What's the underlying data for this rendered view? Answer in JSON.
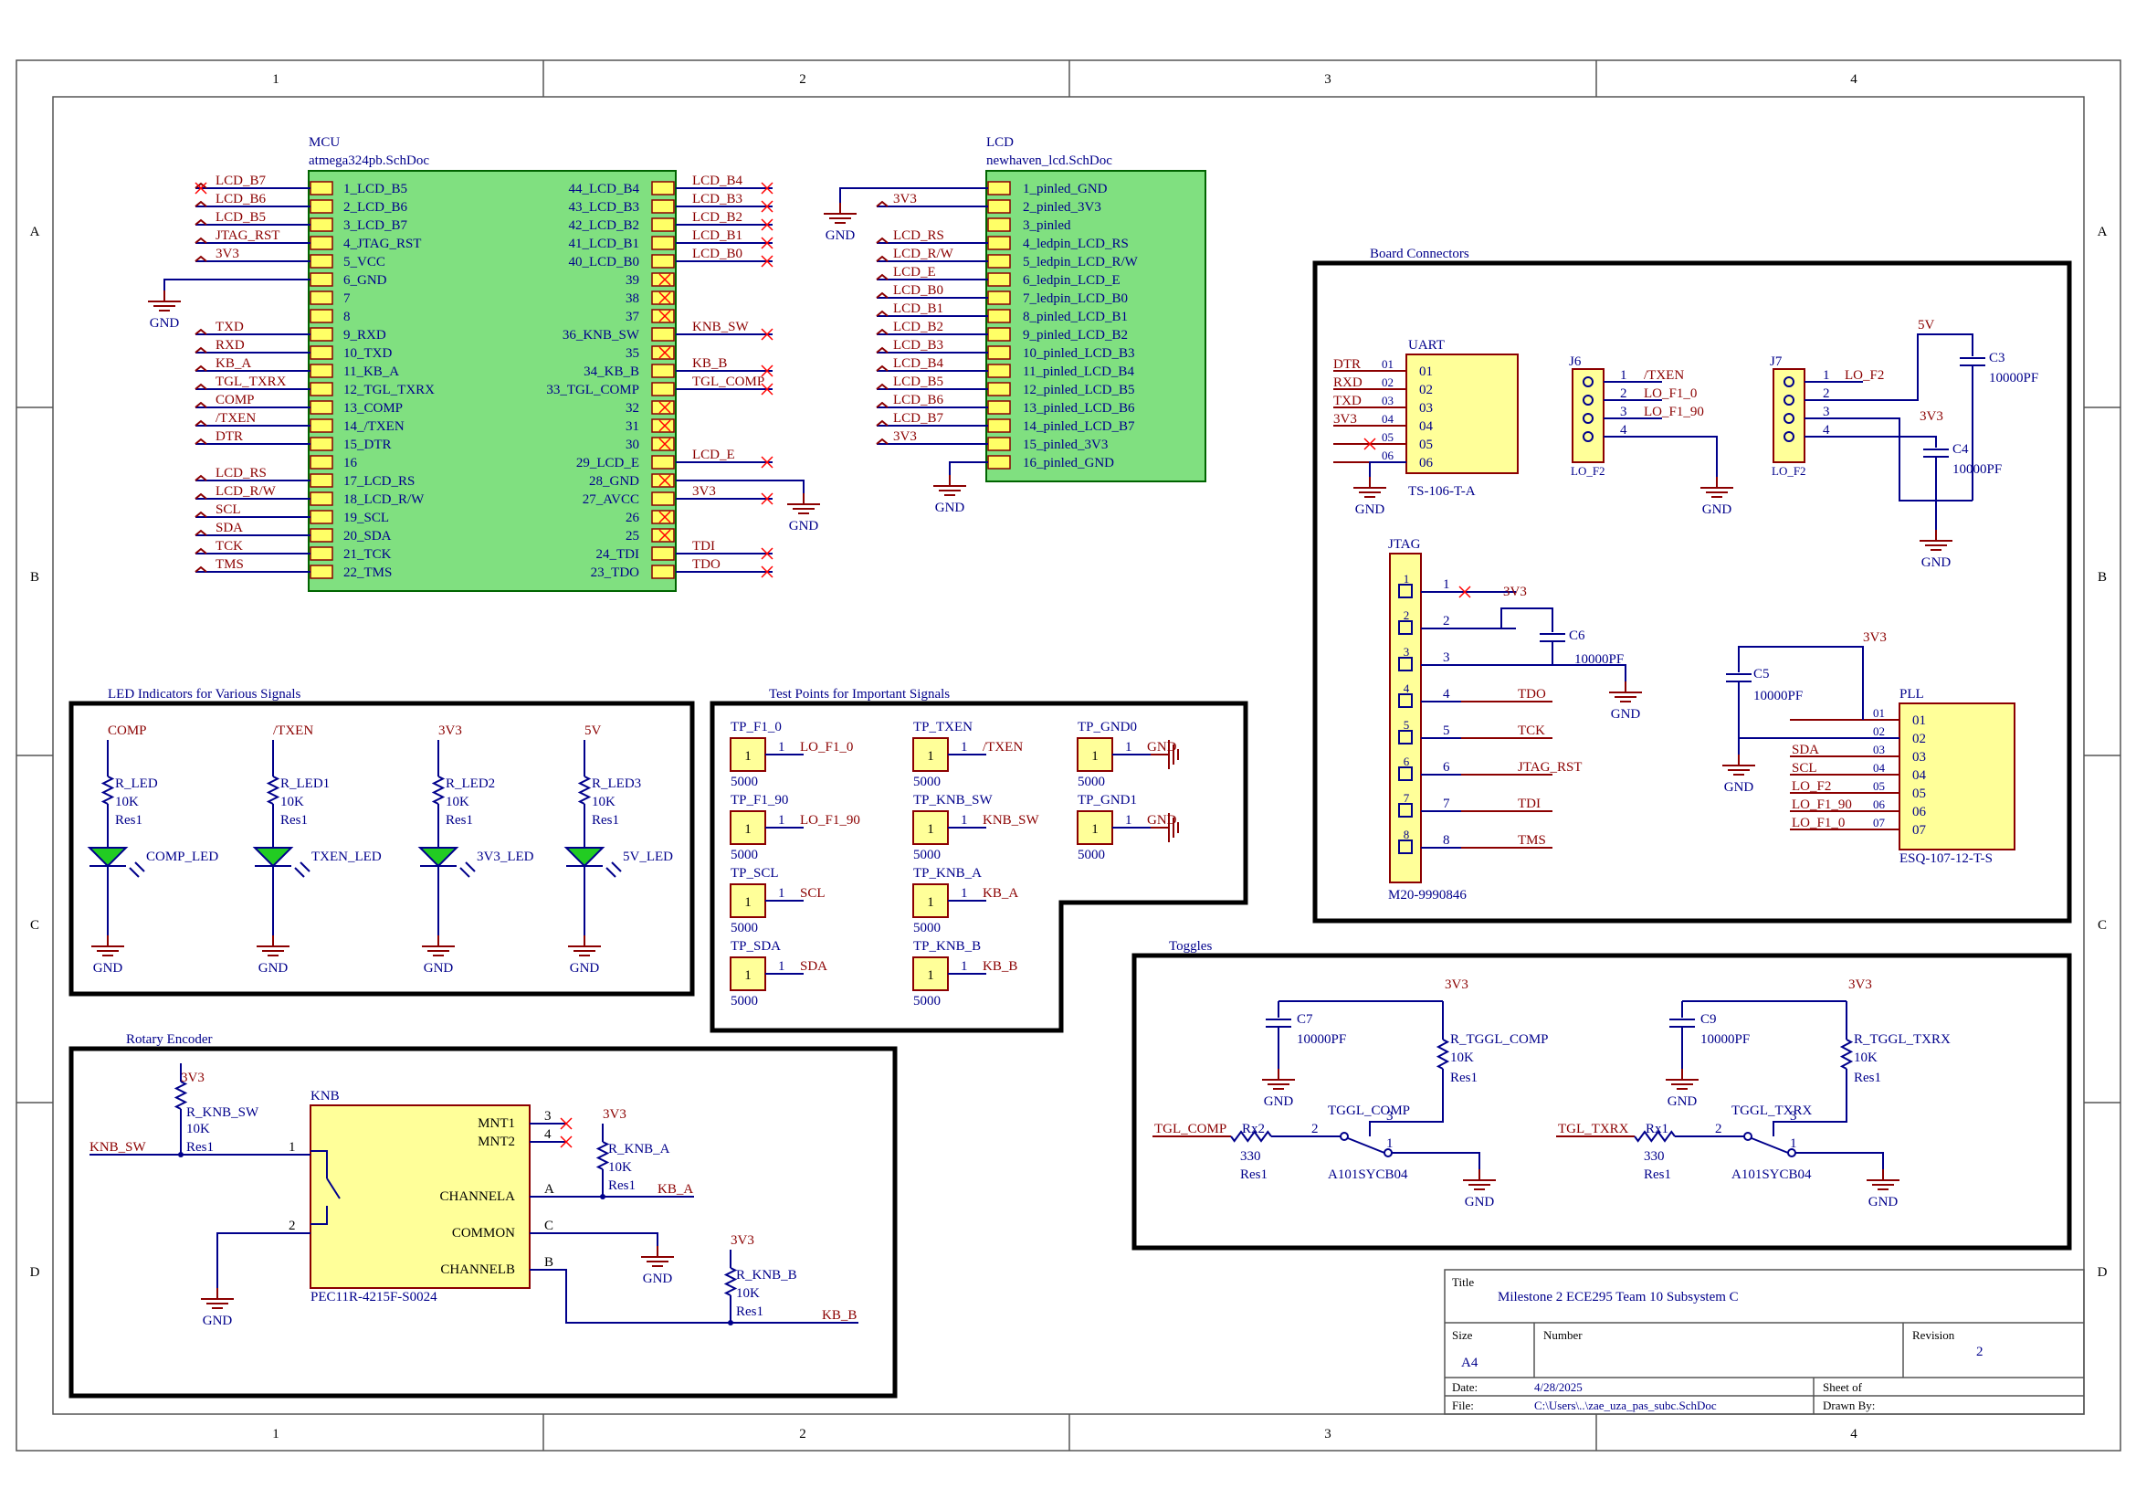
{
  "border": {
    "cols": [
      "1",
      "2",
      "3",
      "4"
    ],
    "rows": [
      "A",
      "B",
      "C",
      "D"
    ]
  },
  "mcu": {
    "label": "MCU",
    "file": "atmega324pb.SchDoc",
    "left_pins": [
      "1_LCD_B5",
      "2_LCD_B6",
      "3_LCD_B7",
      "4_JTAG_RST",
      "5_VCC",
      "6_GND",
      "7",
      "8",
      "9_RXD",
      "10_TXD",
      "11_KB_A",
      "12_TGL_TXRX",
      "13_COMP",
      "14_/TXEN",
      "15_DTR",
      "16",
      "17_LCD_RS",
      "18_LCD_R/W",
      "19_SCL",
      "20_SDA",
      "21_TCK",
      "22_TMS"
    ],
    "left_nets": [
      "LCD_B7",
      "LCD_B6",
      "LCD_B5",
      "JTAG_RST",
      "3V3",
      "",
      "",
      "",
      "TXD",
      "RXD",
      "KB_A",
      "TGL_TXRX",
      "COMP",
      "/TXEN",
      "DTR",
      "",
      "LCD_RS",
      "LCD_R/W",
      "SCL",
      "SDA",
      "TCK",
      "TMS"
    ],
    "right_pins": [
      "44_LCD_B4",
      "43_LCD_B3",
      "42_LCD_B2",
      "41_LCD_B1",
      "40_LCD_B0",
      "39",
      "38",
      "37",
      "36_KNB_SW",
      "35",
      "34_KB_B",
      "33_TGL_COMP",
      "32",
      "31",
      "30",
      "29_LCD_E",
      "28_GND",
      "27_AVCC",
      "26",
      "25",
      "24_TDI",
      "23_TDO"
    ],
    "right_nets": [
      "LCD_B4",
      "LCD_B3",
      "LCD_B2",
      "LCD_B1",
      "LCD_B0",
      "",
      "",
      "",
      "KNB_SW",
      "",
      "KB_B",
      "TGL_COMP",
      "",
      "",
      "",
      "LCD_E",
      "",
      "3V3",
      "",
      "",
      "TDI",
      "TDO"
    ],
    "gnd_left": "GND",
    "gnd_right": "GND"
  },
  "lcd": {
    "label": "LCD",
    "file": "newhaven_lcd.SchDoc",
    "pins": [
      "1_pinled_GND",
      "2_pinled_3V3",
      "3_pinled",
      "4_ledpin_LCD_RS",
      "5_ledpin_LCD_R/W",
      "6_ledpin_LCD_E",
      "7_ledpin_LCD_B0",
      "8_pinled_LCD_B1",
      "9_pinled_LCD_B2",
      "10_pinled_LCD_B3",
      "11_pinled_LCD_B4",
      "12_pinled_LCD_B5",
      "13_pinled_LCD_B6",
      "14_pinled_LCD_B7",
      "15_pinled_3V3",
      "16_pinled_GND"
    ],
    "nets": [
      "",
      "3V3",
      "",
      "LCD_RS",
      "LCD_R/W",
      "LCD_E",
      "LCD_B0",
      "LCD_B1",
      "LCD_B2",
      "LCD_B3",
      "LCD_B4",
      "LCD_B5",
      "LCD_B6",
      "LCD_B7",
      "3V3",
      ""
    ],
    "gnd_top": "GND",
    "gnd_bottom": "GND"
  },
  "board": {
    "title": "Board Connectors",
    "uart": {
      "name": "UART",
      "part": "TS-106-T-A",
      "pins": [
        "01",
        "02",
        "03",
        "04",
        "05",
        "06"
      ],
      "nets": [
        "DTR",
        "RXD",
        "TXD",
        "3V3",
        "",
        ""
      ],
      "netpins": [
        "01",
        "02",
        "03",
        "04",
        "05",
        "06"
      ],
      "gnd": "GND"
    },
    "j6": {
      "name": "J6",
      "part": "LO_F2",
      "pins": [
        "1",
        "2",
        "3",
        "4"
      ],
      "nets": [
        "/TXEN",
        "LO_F1_0",
        "LO_F1_90",
        ""
      ],
      "gnd": "GND"
    },
    "j7": {
      "name": "J7",
      "part": "LO_F2",
      "pins": [
        "1",
        "2",
        "3",
        "4"
      ],
      "nets": [
        "LO_F2",
        "",
        "",
        ""
      ],
      "v5": "5V",
      "v33": "3V3",
      "c3": "C3",
      "c3v": "10000PF",
      "c4": "C4",
      "c4v": "10000PF",
      "gnd": "GND"
    },
    "jtag": {
      "name": "JTAG",
      "part": "M20-9990846",
      "pins": [
        "1",
        "2",
        "3",
        "4",
        "5",
        "6",
        "7",
        "8"
      ],
      "nets": [
        "",
        "",
        "",
        "TDO",
        "TCK",
        "JTAG_RST",
        "TDI",
        "TMS"
      ],
      "v33": "3V3",
      "c6": "C6",
      "c6v": "10000PF",
      "gnd": "GND"
    },
    "pll": {
      "name": "PLL",
      "part": "ESQ-107-12-T-S",
      "pins": [
        "01",
        "02",
        "03",
        "04",
        "05",
        "06",
        "07"
      ],
      "ext": [
        "01",
        "02",
        "03",
        "04",
        "05",
        "06",
        "07"
      ],
      "nets": [
        "",
        "",
        "SDA",
        "SCL",
        "LO_F2",
        "LO_F1_90",
        "LO_F1_0"
      ],
      "v33": "3V3",
      "c5": "C5",
      "c5v": "10000PF",
      "gnd": "GND"
    }
  },
  "leds": {
    "title": "LED Indicators for Various Signals",
    "items": [
      {
        "net": "COMP",
        "res": "R_LED",
        "val": "10K",
        "lib": "Res1",
        "led": "COMP_LED",
        "gnd": "GND"
      },
      {
        "net": "/TXEN",
        "res": "R_LED1",
        "val": "10K",
        "lib": "Res1",
        "led": "TXEN_LED",
        "gnd": "GND"
      },
      {
        "net": "3V3",
        "res": "R_LED2",
        "val": "10K",
        "lib": "Res1",
        "led": "3V3_LED",
        "gnd": "GND"
      },
      {
        "net": "5V",
        "res": "R_LED3",
        "val": "10K",
        "lib": "Res1",
        "led": "5V_LED",
        "gnd": "GND"
      }
    ]
  },
  "testpoints": {
    "title": "Test Points for Important Signals",
    "items": [
      {
        "name": "TP_F1_0",
        "net": "LO_F1_0",
        "val": "5000",
        "pin": "1"
      },
      {
        "name": "TP_TXEN",
        "net": "/TXEN",
        "val": "5000",
        "pin": "1"
      },
      {
        "name": "TP_GND0",
        "net": "GND",
        "val": "5000",
        "pin": "1"
      },
      {
        "name": "TP_F1_90",
        "net": "LO_F1_90",
        "val": "5000",
        "pin": "1"
      },
      {
        "name": "TP_KNB_SW",
        "net": "KNB_SW",
        "val": "5000",
        "pin": "1"
      },
      {
        "name": "TP_GND1",
        "net": "GND",
        "val": "5000",
        "pin": "1"
      },
      {
        "name": "TP_SCL",
        "net": "SCL",
        "val": "5000",
        "pin": "1"
      },
      {
        "name": "TP_KNB_A",
        "net": "KB_A",
        "val": "5000",
        "pin": "1"
      },
      {
        "name": "TP_SDA",
        "net": "SDA",
        "val": "5000",
        "pin": "1"
      },
      {
        "name": "TP_KNB_B",
        "net": "KB_B",
        "val": "5000",
        "pin": "1"
      }
    ]
  },
  "toggles": {
    "title": "Toggles",
    "items": [
      {
        "cap": "C7",
        "capv": "10000PF",
        "v33": "3V3",
        "rt": "R_TGGL_COMP",
        "rtv": "10K",
        "rtl": "Res1",
        "sw": "TGGL_COMP",
        "swp": "A101SYCB04",
        "net": "TGL_COMP",
        "rx": "Rx2",
        "rxv": "330",
        "rxl": "Res1",
        "p1": "1",
        "p2": "2",
        "p3": "3",
        "gnd": "GND"
      },
      {
        "cap": "C9",
        "capv": "10000PF",
        "v33": "3V3",
        "rt": "R_TGGL_TXRX",
        "rtv": "10K",
        "rtl": "Res1",
        "sw": "TGGL_TXRX",
        "swp": "A101SYCB04",
        "net": "TGL_TXRX",
        "rx": "Rx1",
        "rxv": "330",
        "rxl": "Res1",
        "p1": "1",
        "p2": "2",
        "p3": "3",
        "gnd": "GND"
      }
    ]
  },
  "encoder": {
    "title": "Rotary Encoder",
    "name": "KNB",
    "part": "PEC11R-4215F-S0024",
    "mnt1": "MNT1",
    "mnt2": "MNT2",
    "cha": "CHANNELA",
    "com": "COMMON",
    "chb": "CHANNELB",
    "pA": "A",
    "pC": "C",
    "pB": "B",
    "p1": "1",
    "p2": "2",
    "p3": "3",
    "p4": "4",
    "knb_sw": "KNB_SW",
    "kb_a": "KB_A",
    "kb_b": "KB_B",
    "r1": "R_KNB_SW",
    "r2": "R_KNB_A",
    "r3": "R_KNB_B",
    "rv": "10K",
    "rl": "Res1",
    "v33": "3V3",
    "gnd": "GND"
  },
  "titleblock": {
    "title_label": "Title",
    "title": "Milestone 2 ECE295 Team 10 Subsystem C",
    "size_label": "Size",
    "size": "A4",
    "number_label": "Number",
    "revision_label": "Revision",
    "revision": "2",
    "date_label": "Date:",
    "date": "4/28/2025",
    "file_label": "File:",
    "file": "C:\\Users\\..\\zae_uza_pas_subc.SchDoc",
    "sheet_label": "Sheet  of",
    "drawn_label": "Drawn By:"
  }
}
